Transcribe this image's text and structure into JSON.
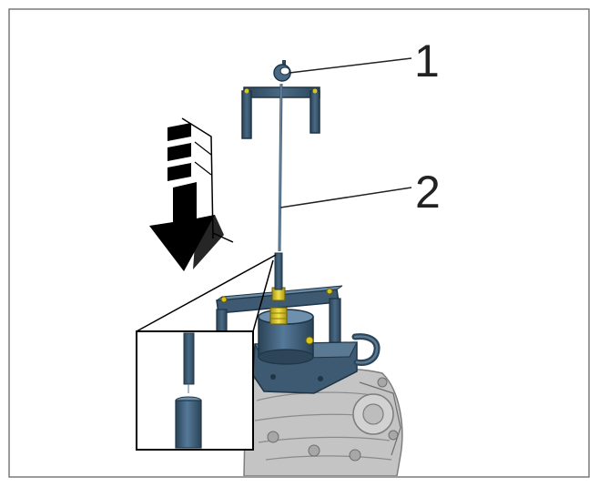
{
  "callouts": [
    {
      "number": "1",
      "target": "hook"
    },
    {
      "number": "2",
      "target": "rod"
    }
  ],
  "colors": {
    "frame": "#3d5a72",
    "frame_dark": "#2c4559",
    "frame_light": "#5a7a94",
    "brass": "#d9c51c",
    "housing": "#b8b8b8",
    "arrow": "#000000",
    "border": "#7a7a7a"
  },
  "icons": {
    "direction": "down-arrow-icon",
    "detail": "detail-zoom-inset"
  }
}
